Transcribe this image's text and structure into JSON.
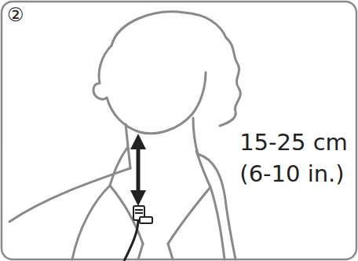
{
  "diagram": {
    "labels": [
      "②",
      "15-25 cm",
      "(6-10 in.)"
    ]
  }
}
